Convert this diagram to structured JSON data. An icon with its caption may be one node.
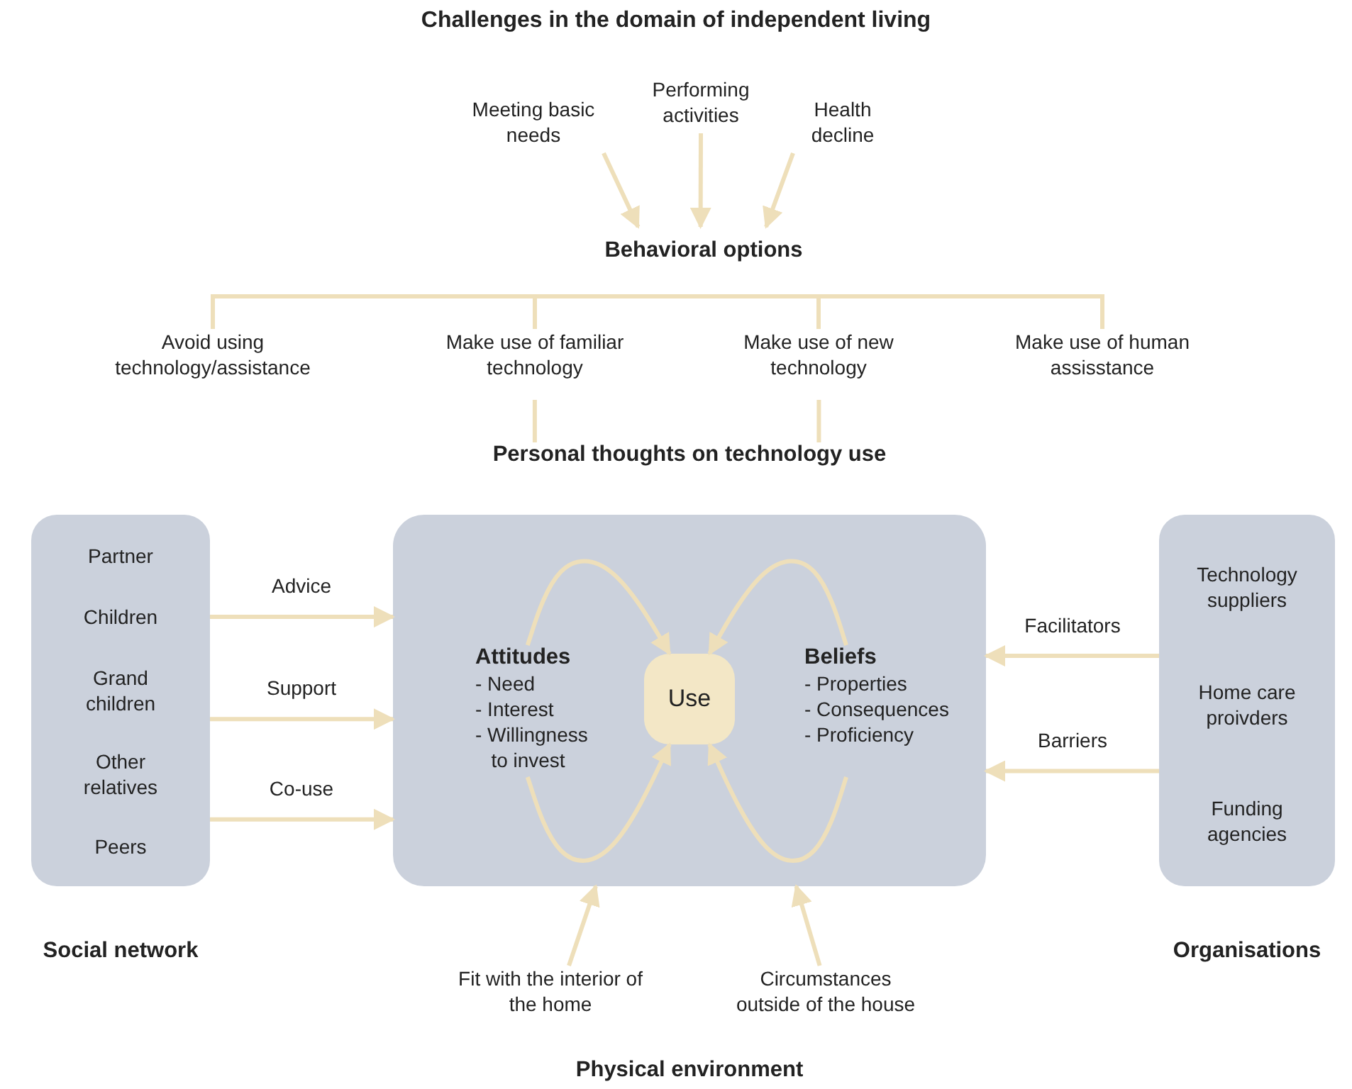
{
  "diagram": {
    "title": "Challenges in the domain of independent living",
    "nodes": [
      {
        "text": [
          "Meeting basic needs"
        ]
      },
      {
        "text": [
          "Performing activities"
        ]
      },
      {
        "text": [
          "Health decline"
        ]
      },
      {
        "text": [
          "Behavioral options"
        ]
      },
      {
        "text": [
          "Avoid using technology/assistance"
        ]
      },
      {
        "text": [
          "Make use of familiar technology"
        ]
      },
      {
        "text": [
          "Make use of new technology"
        ]
      },
      {
        "text": [
          "Make use of human assisstance"
        ]
      },
      {
        "text": [
          "Personal thoughts on technology use"
        ]
      },
      {
        "text": [
          "Partner",
          "Children",
          "Grand children",
          "Other relatives",
          "Peers",
          "Social network"
        ]
      },
      {
        "text": [],
        "shape": "box"
      },
      {
        "text": [
          "Attitudes",
          "- Need",
          "- Interest",
          "- Willingness to invest"
        ],
        "in": 10
      },
      {
        "text": [
          "Use"
        ],
        "in": 10
      },
      {
        "text": [
          "Beliefs",
          "- Properties",
          "- Consequences",
          "- Proficiency"
        ],
        "in": 10
      },
      {
        "text": [
          "Technology suppliers",
          "Home care proivders",
          "Funding agencies",
          "Organisations"
        ]
      },
      {
        "text": [
          "Fit with the interior of the home"
        ]
      },
      {
        "text": [
          "Circumstances outside of the house"
        ]
      }
    ],
    "edges": [
      {
        "from": 0,
        "to": 3,
        "arrow": "to"
      },
      {
        "from": 1,
        "to": 3,
        "arrow": "to"
      },
      {
        "from": 2,
        "to": 3,
        "arrow": "to"
      },
      {
        "from": 3,
        "to": 4,
        "arrow": "none"
      },
      {
        "from": 3,
        "to": 5,
        "arrow": "none"
      },
      {
        "from": 3,
        "to": 6,
        "arrow": "none"
      },
      {
        "from": 3,
        "to": 7,
        "arrow": "none"
      },
      {
        "from": 5,
        "to": 8,
        "arrow": "none"
      },
      {
        "from": 6,
        "to": 8,
        "arrow": "none"
      },
      {
        "from": 9,
        "to": 10,
        "arrow": "to",
        "label": "Advice"
      },
      {
        "from": 9,
        "to": 10,
        "arrow": "to",
        "label": "Support"
      },
      {
        "from": 9,
        "to": 10,
        "arrow": "to",
        "label": "Co-use"
      },
      {
        "from": 14,
        "to": 10,
        "arrow": "to",
        "label": "Facilitators"
      },
      {
        "from": 14,
        "to": 10,
        "arrow": "to",
        "label": "Barriers"
      },
      {
        "from": 11,
        "to": 12,
        "arrow": "to"
      },
      {
        "from": 11,
        "to": 12,
        "arrow": "to"
      },
      {
        "from": 13,
        "to": 12,
        "arrow": "to"
      },
      {
        "from": 13,
        "to": 12,
        "arrow": "to"
      },
      {
        "from": 15,
        "to": 10,
        "arrow": "to"
      },
      {
        "from": 16,
        "to": 10,
        "arrow": "to"
      }
    ],
    "labels": [
      "Physical environment"
    ]
  }
}
